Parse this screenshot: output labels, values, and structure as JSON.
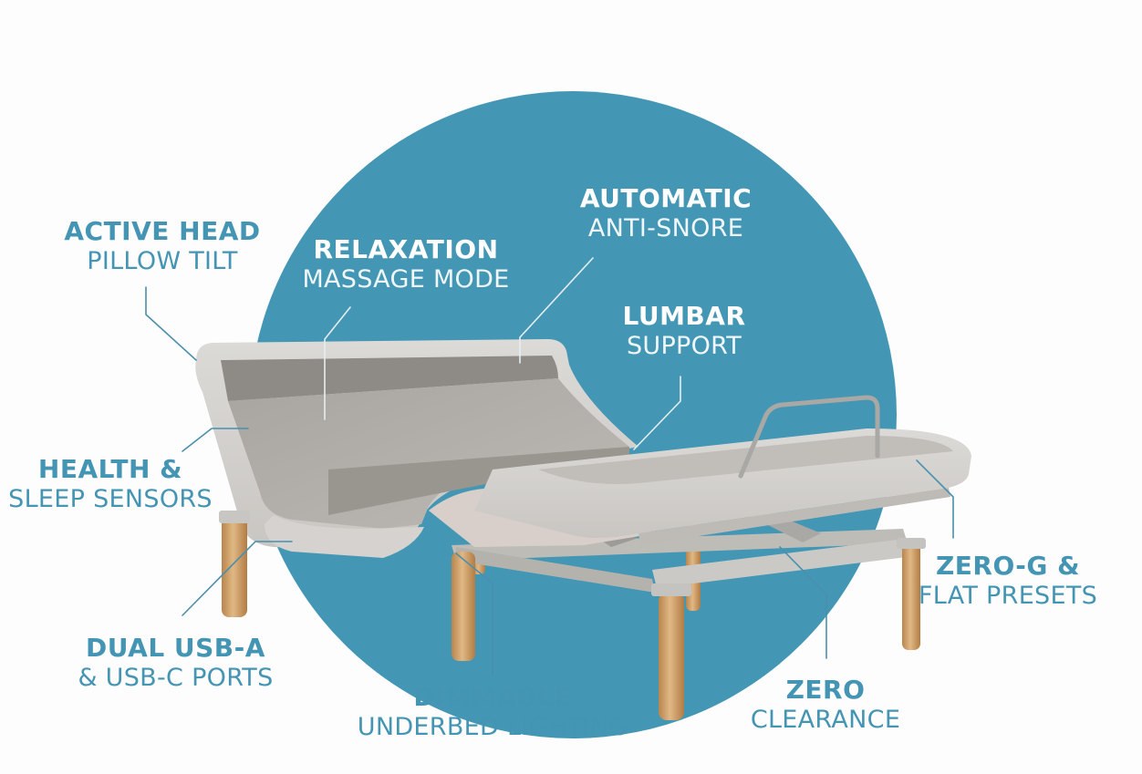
{
  "colors": {
    "accent_circle": "#4397b5",
    "label_text": "#4494b4",
    "label_text_on_circle": "#ffffff",
    "callout_line_dark": "#4a8fad",
    "callout_line_light": "#e6eef2",
    "upholstery": "#d3d1ce",
    "wood_leg": "#d2a36c",
    "steel_frame": "#c9c8c4"
  },
  "features": {
    "active_head": {
      "title": "ACTIVE HEAD",
      "subtitle": "PILLOW TILT"
    },
    "relaxation": {
      "title": "RELAXATION",
      "subtitle": "MASSAGE MODE"
    },
    "automatic": {
      "title": "AUTOMATIC",
      "subtitle": "ANTI-SNORE"
    },
    "lumbar": {
      "title": "LUMBAR",
      "subtitle": "SUPPORT"
    },
    "health": {
      "title": "HEALTH &",
      "subtitle": "SLEEP SENSORS"
    },
    "zero_g": {
      "title": "ZERO-G &",
      "subtitle": "FLAT PRESETS"
    },
    "dual_usb": {
      "title": "DUAL USB-A",
      "subtitle": "& USB-C PORTS"
    },
    "dimmable": {
      "title": "DIMMABLE",
      "subtitle": "UNDERBED LIGHTING"
    },
    "zero": {
      "title": "ZERO",
      "subtitle": "CLEARANCE"
    }
  },
  "icons": {
    "product": "adjustable-bed-base"
  }
}
